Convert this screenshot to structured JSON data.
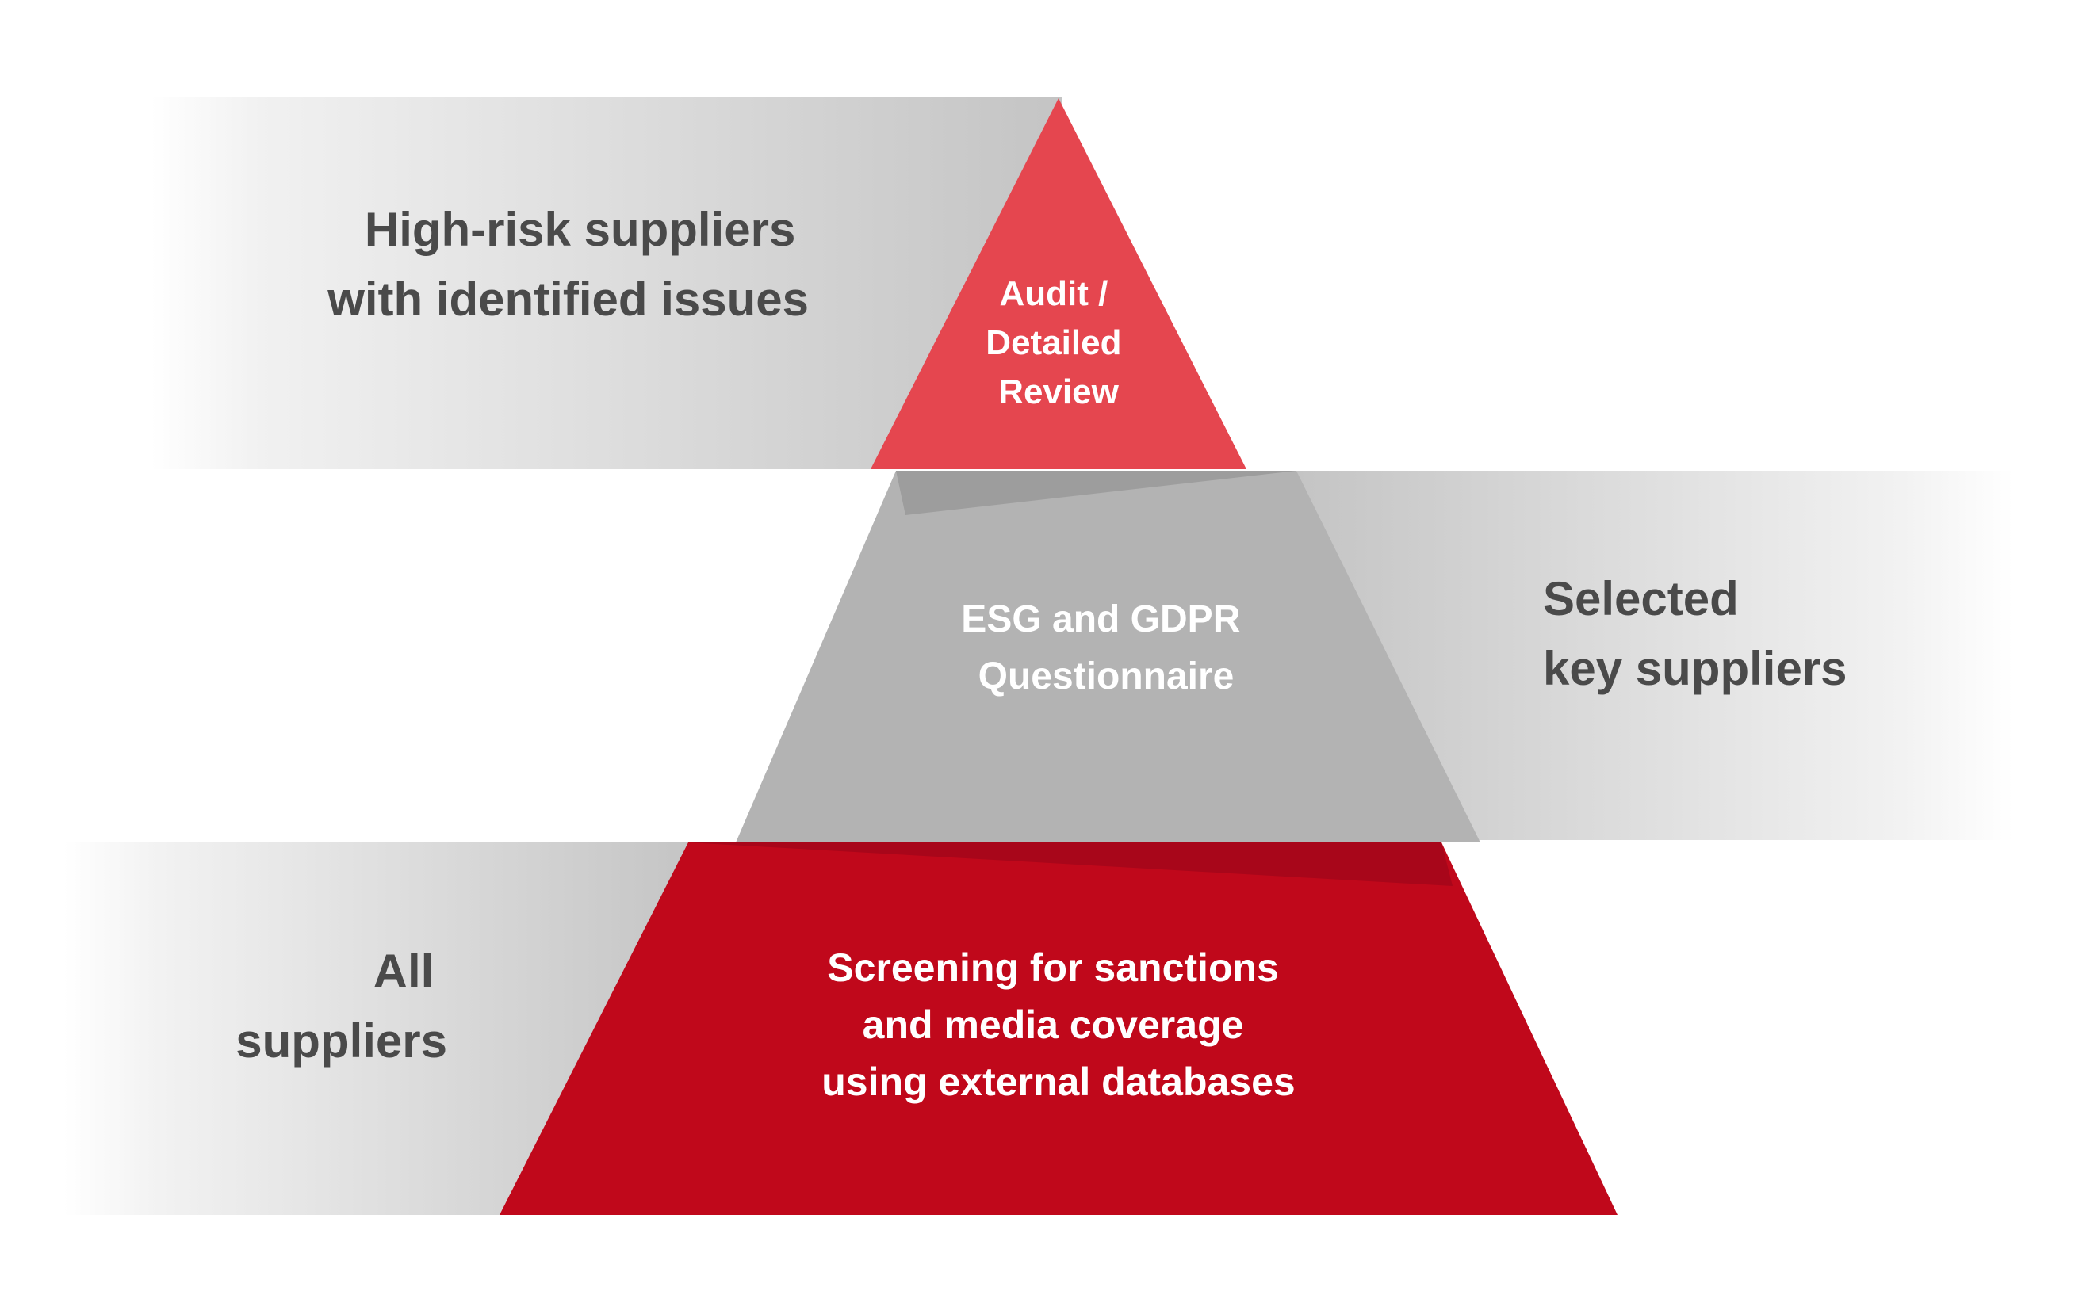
{
  "colors": {
    "top_tier": "#e5464f",
    "middle_tier": "#b3b3b3",
    "bottom_tier": "#c0081b",
    "band_gray": "#c6c6c6",
    "band_label": "#4a4a4a",
    "tier_label": "#ffffff"
  },
  "bands": {
    "top": [
      "High-risk suppliers",
      "with identified issues"
    ],
    "middle": [
      "Selected",
      "key suppliers"
    ],
    "bottom": [
      "All",
      "suppliers"
    ]
  },
  "tiers": {
    "top": [
      "Audit /",
      "Detailed",
      "Review"
    ],
    "middle": [
      "ESG and GDPR",
      "Questionnaire"
    ],
    "bottom": [
      "Screening for sanctions",
      "and media coverage",
      "using external databases"
    ]
  }
}
